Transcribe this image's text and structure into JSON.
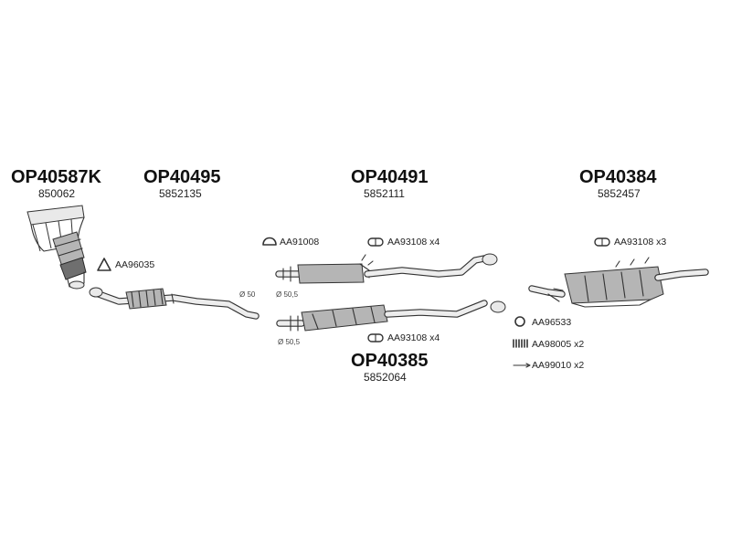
{
  "parts": {
    "manifold": {
      "code": "OP40587K",
      "number": "850062"
    },
    "front_pipe": {
      "code": "OP40495",
      "number": "5852135"
    },
    "center_a": {
      "code": "OP40491",
      "number": "5852111"
    },
    "center_b": {
      "code": "OP40385",
      "number": "5852064"
    },
    "rear": {
      "code": "OP40384",
      "number": "5852457"
    }
  },
  "accessories": {
    "gasket_manifold": "AA96035",
    "clamp_a": "AA91008",
    "bracket_a": "AA93108 x4",
    "bracket_b": "AA93108 x4",
    "bracket_rear": "AA93108 x3",
    "ring": "AA96533",
    "spring": "AA98005 x2",
    "bolt": "AA99010 x2"
  },
  "diameters": {
    "front_pipe": "Ø 50",
    "center_a": "Ø 50,5",
    "center_b": "Ø 50,5"
  }
}
